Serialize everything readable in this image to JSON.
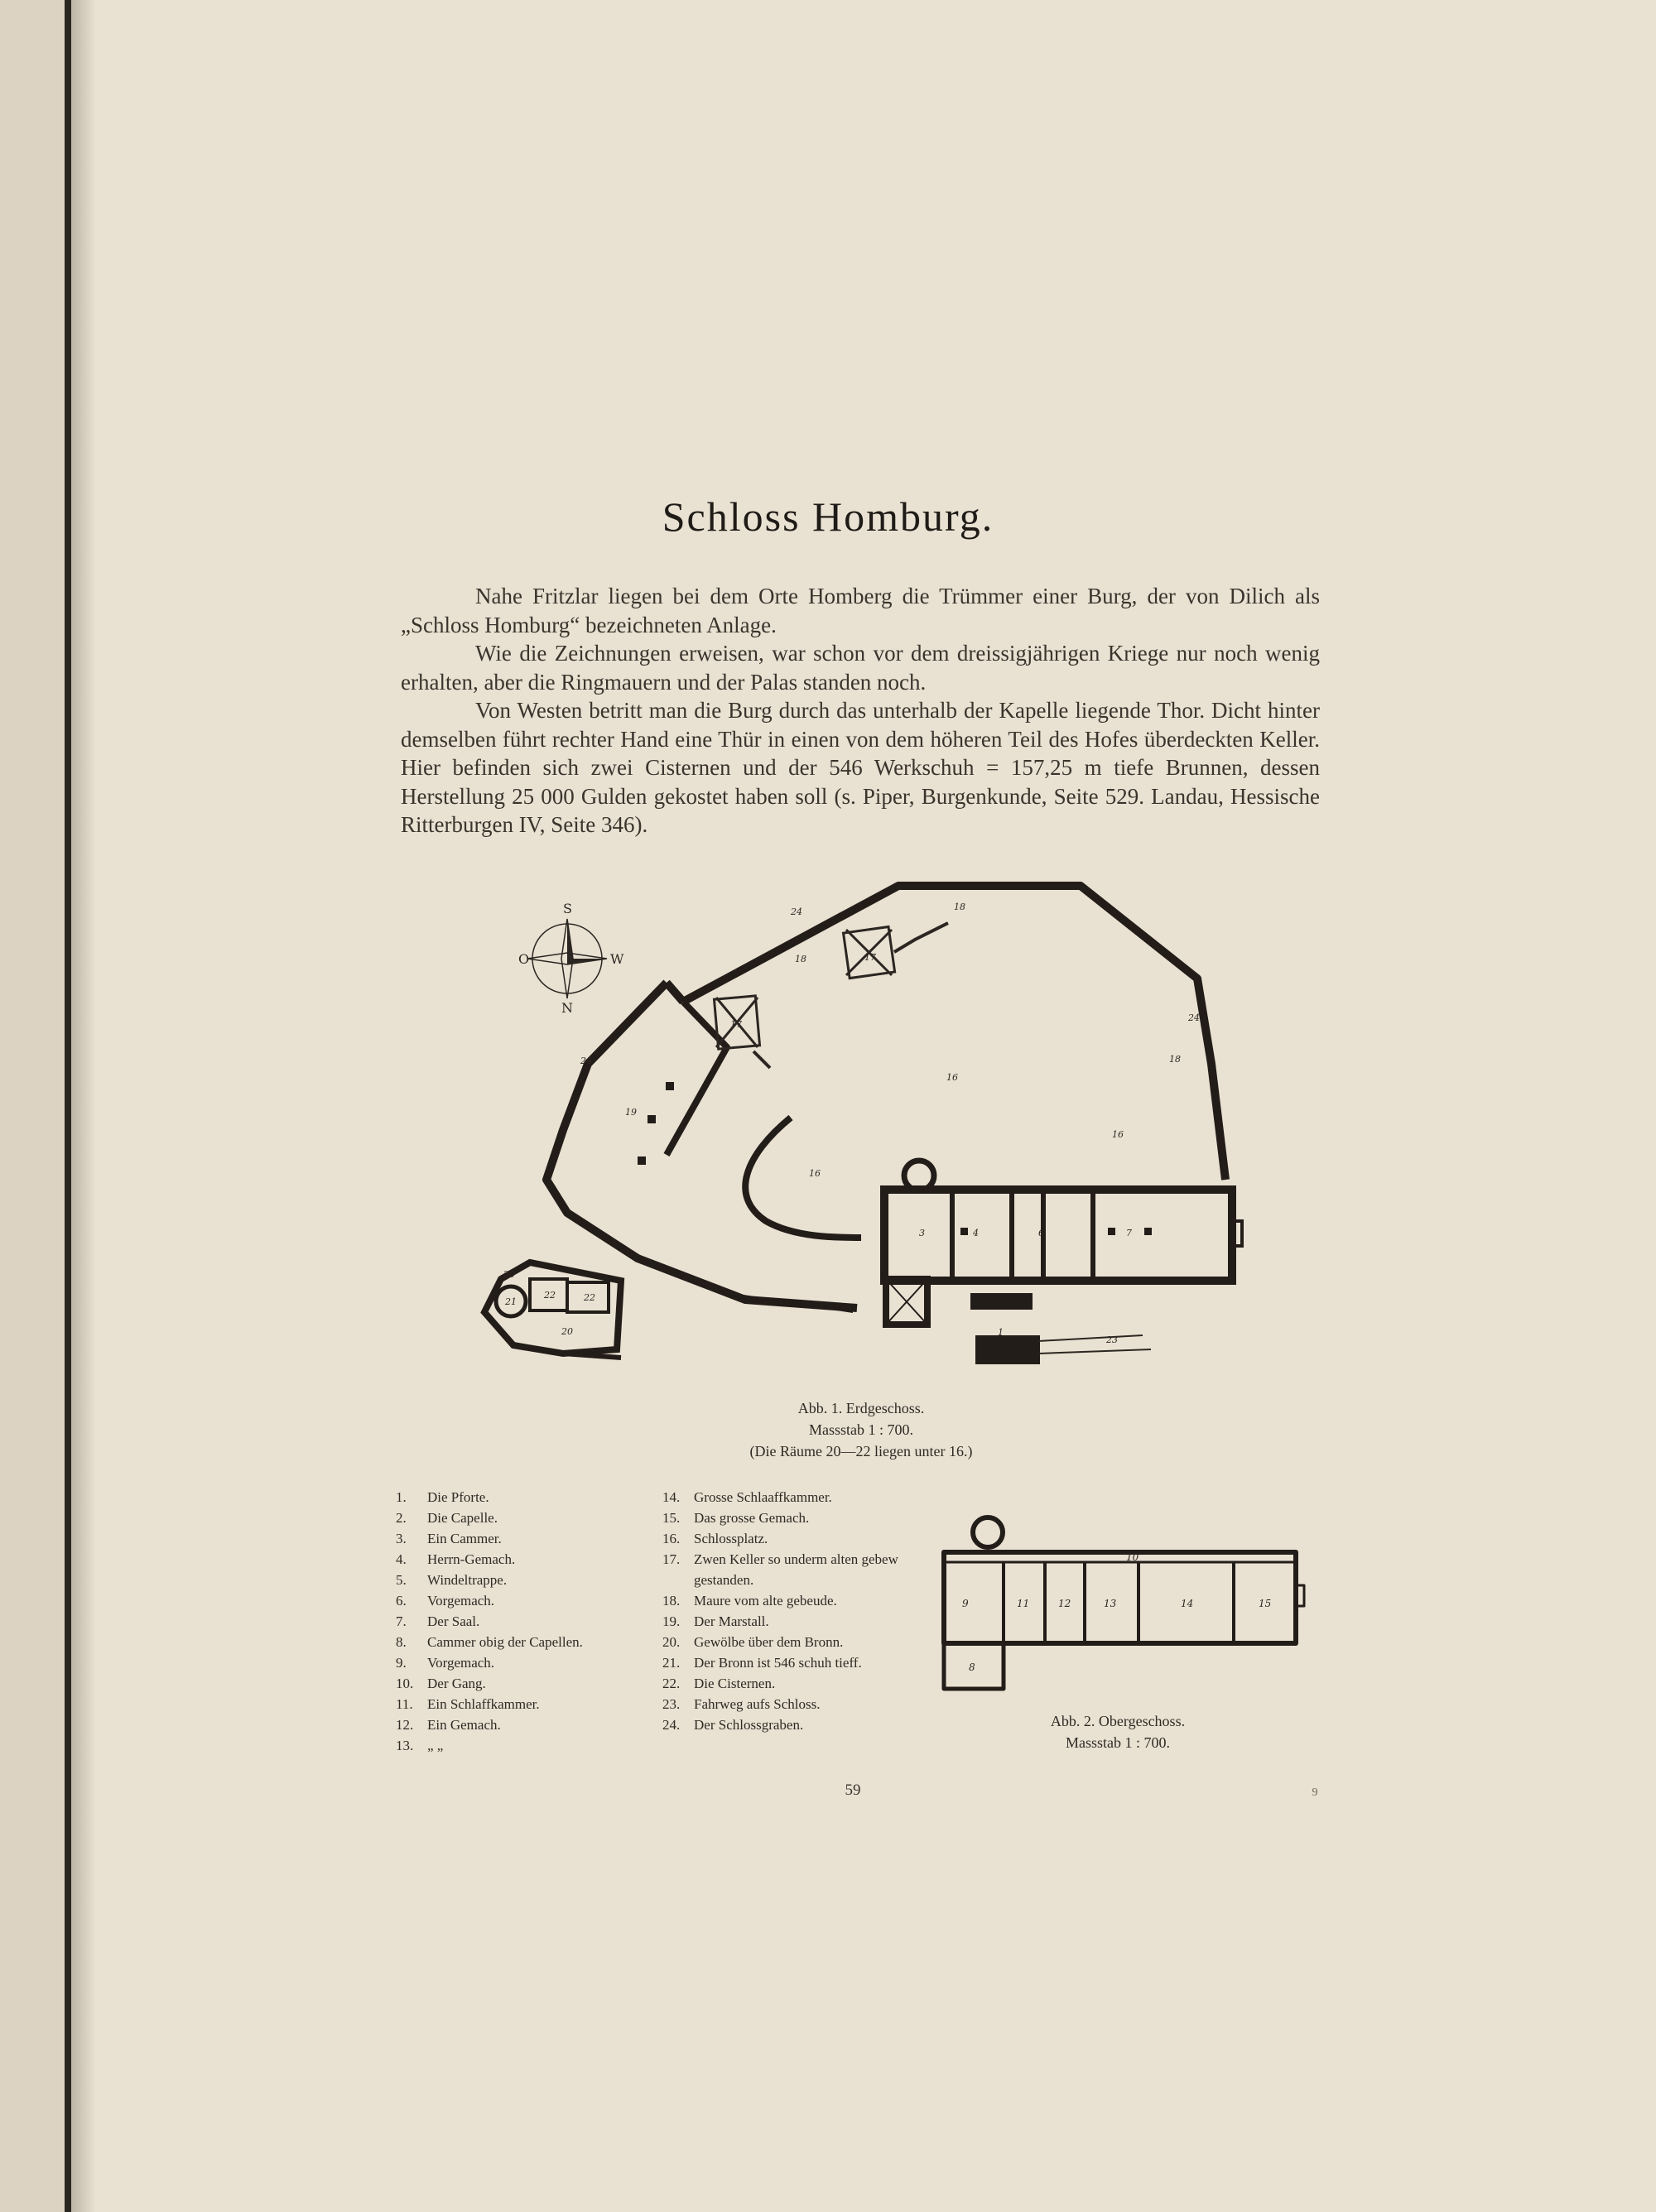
{
  "title": "Schloss Homburg.",
  "paragraphs": [
    "Nahe Fritzlar liegen bei dem Orte Homberg die Trümmer einer Burg, der von Dilich als „Schloss Homburg“ bezeichneten Anlage.",
    "Wie die Zeichnungen erweisen, war schon vor dem dreissigjährigen Kriege nur noch wenig erhalten, aber die Ringmauern und der Palas standen noch.",
    "Von Westen betritt man die Burg durch das unterhalb der Kapelle liegende Thor. Dicht hinter demselben führt rechter Hand eine Thür in einen von dem höheren Teil des Hofes überdeckten Keller. Hier befinden sich zwei Cisternen und der 546 Werkschuh = 157,25 m tiefe Brunnen, dessen Herstellung 25 000 Gulden gekostet haben soll (s. Piper, Burgenkunde, Seite 529. Landau, Hessische Ritterburgen IV, Seite 346)."
  ],
  "figure1": {
    "compass": {
      "south": "S",
      "west": "W",
      "north": "N",
      "east": "O"
    },
    "room_labels": [
      "24",
      "18",
      "18",
      "17",
      "17",
      "24",
      "18",
      "16",
      "16",
      "16",
      "19",
      "24",
      "3",
      "4",
      "6",
      "7",
      "1",
      "20",
      "21",
      "22",
      "22",
      "20",
      "23"
    ],
    "caption": [
      "Abb. 1. Erdgeschoss.",
      "Massstab 1 : 700.",
      "(Die Räume 20—22 liegen unter 16.)"
    ]
  },
  "legend_left": [
    {
      "num": "1.",
      "text": "Die Pforte."
    },
    {
      "num": "2.",
      "text": "Die Capelle."
    },
    {
      "num": "3.",
      "text": "Ein Cammer."
    },
    {
      "num": "4.",
      "text": "Herrn-Gemach."
    },
    {
      "num": "5.",
      "text": "Windeltrappe."
    },
    {
      "num": "6.",
      "text": "Vorgemach."
    },
    {
      "num": "7.",
      "text": "Der Saal."
    },
    {
      "num": "8.",
      "text": "Cammer obig der Capellen."
    },
    {
      "num": "9.",
      "text": "Vorgemach."
    },
    {
      "num": "10.",
      "text": "Der Gang."
    },
    {
      "num": "11.",
      "text": "Ein Schlaffkammer."
    },
    {
      "num": "12.",
      "text": "Ein Gemach."
    },
    {
      "num": "13.",
      "text": "„ „"
    }
  ],
  "legend_mid": [
    {
      "num": "14.",
      "text": "Grosse Schlaaffkammer."
    },
    {
      "num": "15.",
      "text": "Das grosse Gemach."
    },
    {
      "num": "16.",
      "text": "Schlossplatz."
    },
    {
      "num": "17.",
      "text": "Zwen Keller so underm alten gebew gestanden."
    },
    {
      "num": "18.",
      "text": "Maure vom alte gebeude."
    },
    {
      "num": "19.",
      "text": "Der Marstall."
    },
    {
      "num": "20.",
      "text": "Gewölbe über dem Bronn."
    },
    {
      "num": "21.",
      "text": "Der Bronn ist 546 schuh tieff."
    },
    {
      "num": "22.",
      "text": "Die Cisternen."
    },
    {
      "num": "23.",
      "text": "Fahrweg aufs Schloss."
    },
    {
      "num": "24.",
      "text": "Der Schlossgraben."
    }
  ],
  "figure2": {
    "room_labels": [
      "10",
      "9",
      "11",
      "12",
      "13",
      "14",
      "15",
      "8"
    ],
    "caption": [
      "Abb. 2. Obergeschoss.",
      "Massstab 1 : 700."
    ]
  },
  "page_number": "59",
  "sheet_number": "9"
}
